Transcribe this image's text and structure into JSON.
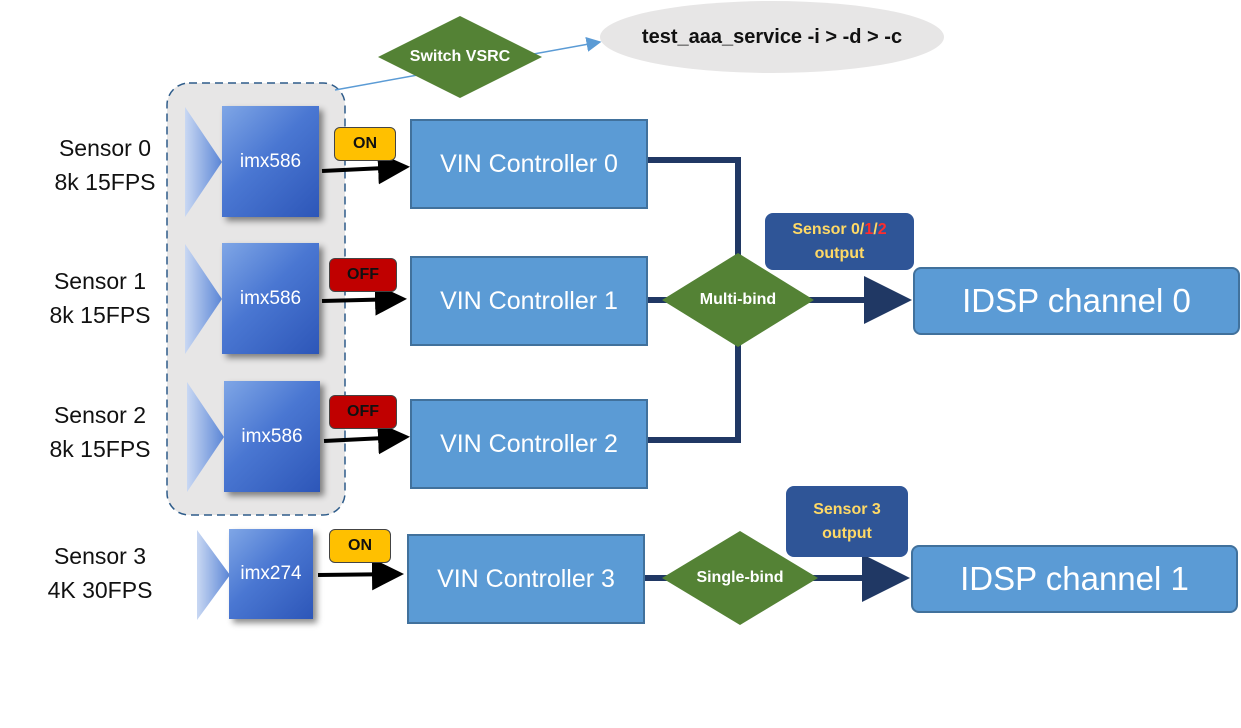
{
  "sensors": [
    {
      "name": "Sensor 0",
      "spec": "8k 15FPS",
      "chip": "imx586",
      "state": "ON"
    },
    {
      "name": "Sensor 1",
      "spec": "8k 15FPS",
      "chip": "imx586",
      "state": "OFF"
    },
    {
      "name": "Sensor 2",
      "spec": "8k 15FPS",
      "chip": "imx586",
      "state": "OFF"
    },
    {
      "name": "Sensor 3",
      "spec": "4K 30FPS",
      "chip": "imx274",
      "state": "ON"
    }
  ],
  "vin_controllers": [
    "VIN Controller 0",
    "VIN Controller 1",
    "VIN Controller 2",
    "VIN Controller 3"
  ],
  "binds": {
    "multi": "Multi-bind",
    "single": "Single-bind"
  },
  "idsp_channels": [
    "IDSP channel 0",
    "IDSP channel 1"
  ],
  "outputs": {
    "group": {
      "prefix": "Sensor 0/",
      "red1": "1",
      "sep": "/",
      "red2": "2",
      "suffix": "output"
    },
    "single": {
      "line1": "Sensor 3",
      "line2": "output"
    }
  },
  "switch": {
    "label": "Switch VSRC",
    "command": "test_aaa_service -i > -d > -c"
  },
  "colors": {
    "diamond": "#548235",
    "vin": "#5b9bd5",
    "connector": "#203864",
    "on": "#ffc000",
    "off": "#c00000",
    "output_box": "#2f5597"
  }
}
